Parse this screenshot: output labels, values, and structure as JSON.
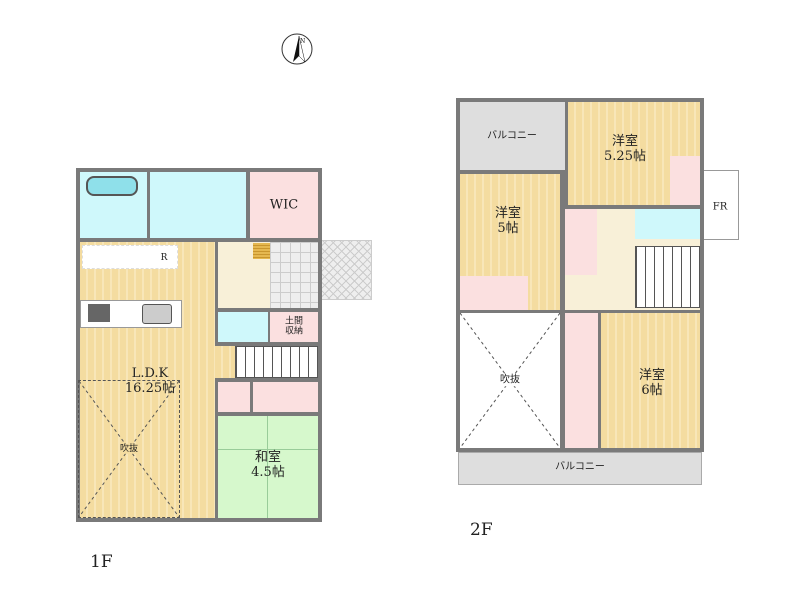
{
  "floor1": {
    "label": "1F",
    "rooms": {
      "wic": "WIC",
      "fridge": "R",
      "ldk_name": "L.D.K",
      "ldk_size": "16.25帖",
      "fukinuke": "吹抜",
      "storage_line1": "土間",
      "storage_line2": "収納",
      "washitsu_name": "和室",
      "washitsu_size": "4.5帖"
    }
  },
  "floor2": {
    "label": "2F",
    "rooms": {
      "balcony_top": "バルコニー",
      "yoshitsu1_name": "洋室",
      "yoshitsu1_size": "5.25帖",
      "fr": "FR",
      "yoshitsu2_name": "洋室",
      "yoshitsu2_size": "5帖",
      "fukinuke": "吹抜",
      "yoshitsu3_name": "洋室",
      "yoshitsu3_size": "6帖",
      "balcony_bottom": "バルコニー"
    }
  },
  "compass": {
    "label": "N"
  }
}
